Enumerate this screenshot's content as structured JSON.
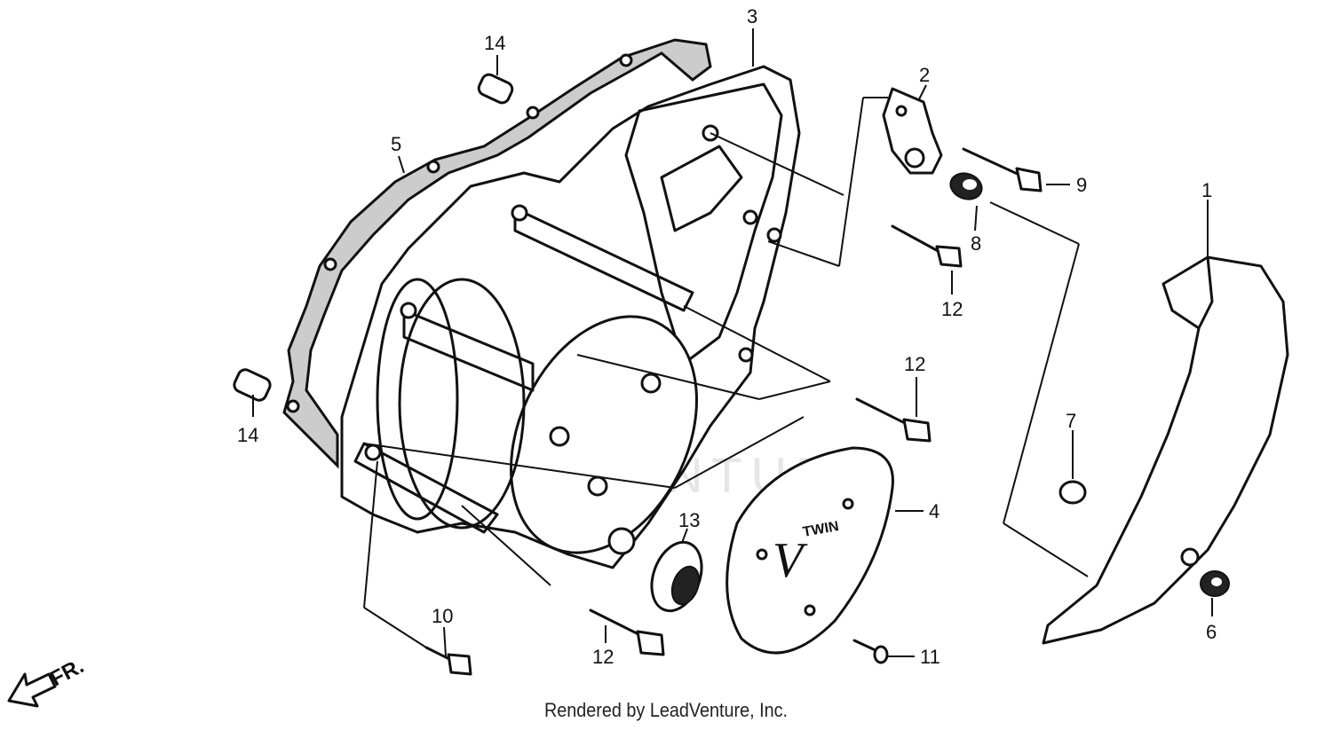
{
  "diagram": {
    "callouts": {
      "p1": "1",
      "p2": "2",
      "p3": "3",
      "p4": "4",
      "p5": "5",
      "p6": "6",
      "p7": "7",
      "p8": "8",
      "p9": "9",
      "p10": "10",
      "p11": "11",
      "p12a": "12",
      "p12b": "12",
      "p12c": "12",
      "p13": "13",
      "p14a": "14",
      "p14b": "14"
    },
    "cover_emblem": "V",
    "cover_emblem_small": "TWIN",
    "front_indicator": "FR.",
    "watermark": "LEADVENTURE"
  },
  "footer": {
    "text": "Rendered by LeadVenture, Inc."
  }
}
